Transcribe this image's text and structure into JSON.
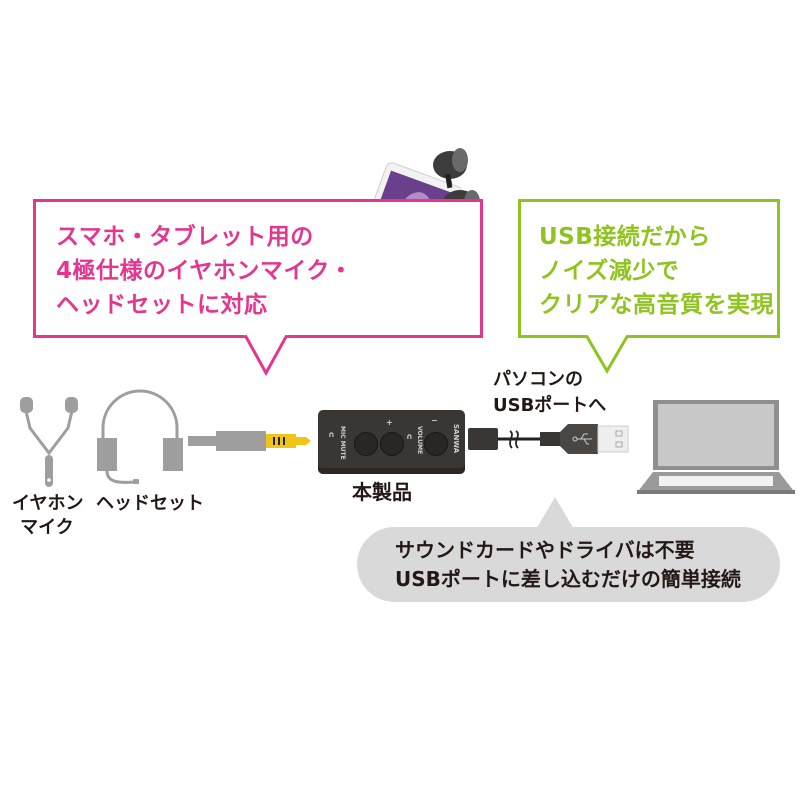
{
  "callouts": {
    "compatibility": {
      "lines": [
        "スマホ・タブレット用の",
        "4極仕様のイヤホンマイク・",
        "ヘッドセットに対応"
      ],
      "color": "#e4368f"
    },
    "sound_quality": {
      "lines": [
        "USB接続だから",
        "ノイズ減少で",
        "クリアな高音質を実現"
      ],
      "color": "#8fc31f"
    },
    "easy_connect": {
      "lines": [
        "サウンドカードやドライバは不要",
        "USBポートに差し込むだけの簡単接続"
      ],
      "color": "#d9d9d9"
    }
  },
  "labels": {
    "earphone_mic": [
      "イヤホン",
      "マイク"
    ],
    "headset": "ヘッドセット",
    "product": "本製品",
    "usb_target": [
      "パソコンの",
      "USBポートへ"
    ]
  },
  "product_device": {
    "mic_mute_label": "MIC MUTE",
    "volume_label": "VOLUME",
    "plus": "+",
    "minus": "−",
    "brand": "SANWA",
    "body_color": "#3a3633"
  },
  "connectors": {
    "plug_color": "#f0c419",
    "cable_color": "#9e9e9e"
  },
  "icons": [
    "earphone-mic-icon",
    "headset-icon",
    "audio-plug-icon",
    "usb-adapter-device",
    "usb-cable-icon",
    "laptop-icon",
    "smartphone-with-earphones-image"
  ]
}
